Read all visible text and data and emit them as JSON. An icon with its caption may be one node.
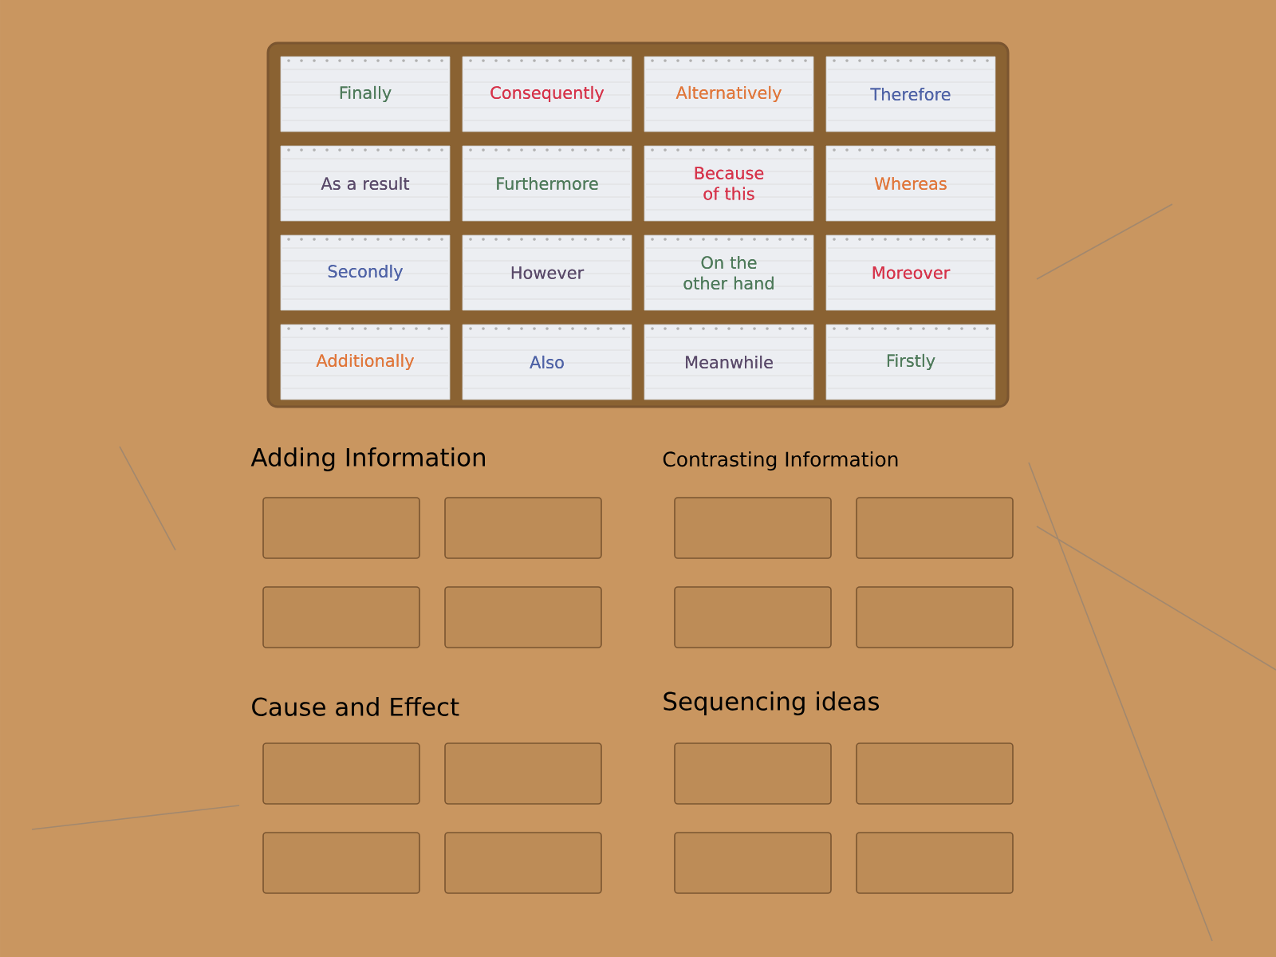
{
  "diagram": {
    "nodes": [
      {
        "text": [],
        "shape": "box"
      },
      {
        "text": [
          "Finally"
        ],
        "in": 0
      },
      {
        "text": [
          "Consequently"
        ],
        "in": 0
      },
      {
        "text": [
          "Alternatively"
        ],
        "in": 0
      },
      {
        "text": [
          "Therefore"
        ],
        "in": 0
      },
      {
        "text": [
          "As a result"
        ],
        "in": 0
      },
      {
        "text": [
          "Furthermore"
        ],
        "in": 0
      },
      {
        "text": [
          "Because of this"
        ],
        "in": 0
      },
      {
        "text": [
          "Whereas"
        ],
        "in": 0
      },
      {
        "text": [
          "Secondly"
        ],
        "in": 0
      },
      {
        "text": [
          "However"
        ],
        "in": 0
      },
      {
        "text": [
          "On the other hand"
        ],
        "in": 0
      },
      {
        "text": [
          "Moreover"
        ],
        "in": 0
      },
      {
        "text": [
          "Additionally"
        ],
        "in": 0
      },
      {
        "text": [
          "Also"
        ],
        "in": 0
      },
      {
        "text": [
          "Meanwhile"
        ],
        "in": 0
      },
      {
        "text": [
          "Firstly"
        ],
        "in": 0
      },
      {
        "text": [],
        "shape": "box"
      },
      {
        "text": [],
        "shape": "box"
      },
      {
        "text": [],
        "shape": "box"
      },
      {
        "text": [],
        "shape": "box"
      },
      {
        "text": [],
        "shape": "box"
      },
      {
        "text": [],
        "shape": "box"
      },
      {
        "text": [],
        "shape": "box"
      },
      {
        "text": [],
        "shape": "box"
      },
      {
        "text": [],
        "shape": "box"
      },
      {
        "text": [],
        "shape": "box"
      },
      {
        "text": [],
        "shape": "box"
      },
      {
        "text": [],
        "shape": "box"
      },
      {
        "text": [],
        "shape": "box"
      },
      {
        "text": [],
        "shape": "box"
      },
      {
        "text": [],
        "shape": "box"
      },
      {
        "text": [],
        "shape": "box"
      }
    ],
    "labels": [
      "Adding Information",
      "Contrasting Information",
      "Cause and Effect",
      "Sequencing ideas"
    ]
  }
}
